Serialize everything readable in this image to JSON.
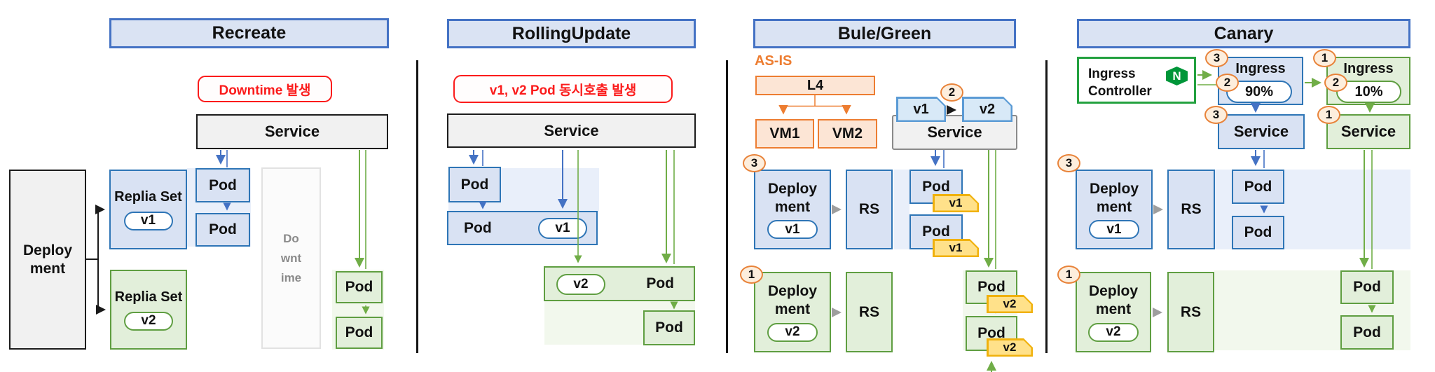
{
  "colors": {
    "blue_border": "#2e75b6",
    "blue_accent": "#4472c4",
    "blue_fill": "#d9e2f3",
    "green_border": "#5f9e41",
    "green_fill": "#e2efda",
    "green_arrow": "#70ad47",
    "orange": "#ed7d31",
    "orange_fill": "#fce5d5",
    "yellow_border": "#f0b10c",
    "yellow_fill": "#ffe18a",
    "red": "#fb1b1b",
    "gray_fill": "#f1f1f1",
    "nginx_green": "#009639"
  },
  "shared": {
    "pod": "Pod",
    "rs": "RS",
    "service": "Service",
    "deployment": "Deploy ment",
    "replicaset": "Replia Set",
    "v1": "v1",
    "v2": "v2"
  },
  "recreate": {
    "title": "Recreate",
    "warning": "Downtime 발생",
    "downtime": "Downtime"
  },
  "rolling": {
    "title": "RollingUpdate",
    "warning": "v1, v2 Pod 동시호출 발생"
  },
  "bluegreen": {
    "title": "Bule/Green",
    "asis": "AS-IS",
    "l4": "L4",
    "vm1": "VM1",
    "vm2": "VM2",
    "step1": "1",
    "step2": "2",
    "step3": "3"
  },
  "canary": {
    "title": "Canary",
    "ingress_controller": "Ingress Controller",
    "nginx_letter": "N",
    "ingress": "Ingress",
    "traffic_main": "90%",
    "traffic_canary": "10%",
    "step1": "1",
    "step2": "2",
    "step3": "3"
  }
}
